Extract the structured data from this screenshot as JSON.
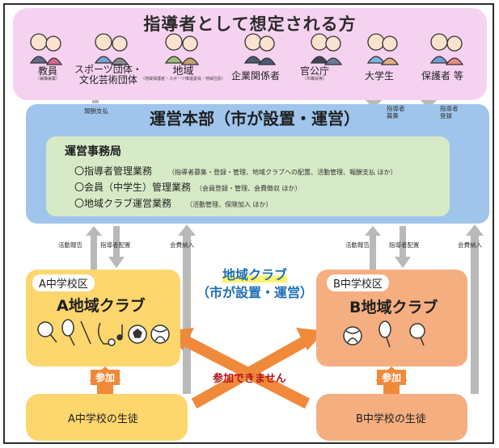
{
  "top": {
    "title": "指導者として想定される方",
    "roles": [
      {
        "name": "教員",
        "sub": "（兼職兼業）"
      },
      {
        "name": "スポーツ団体・",
        "name2": "文化芸術団体",
        "sub": ""
      },
      {
        "name": "地域",
        "sub": "（地域保護者・スポーツ推進委員・地域住民）"
      },
      {
        "name": "企業関係者",
        "sub": ""
      },
      {
        "name": "官公庁",
        "sub": "（市職員等）"
      },
      {
        "name": "大学生",
        "sub": ""
      },
      {
        "name": "保護者 等",
        "sub": ""
      }
    ]
  },
  "hq": {
    "title": "運営本部（市が設置・運営）",
    "office_title": "運営事務局",
    "duties": [
      {
        "name": "〇指導者管理業務",
        "desc": "（指導者募集・登録・管理、地域クラブへの配置、活動管理、報酬支払 ほか）"
      },
      {
        "name": "〇会員（中学生）管理業務",
        "desc": "（会員登録・管理、会費徴収 ほか）"
      },
      {
        "name": "〇地域クラブ運営業務",
        "desc": "（活動管理、保険加入 ほか）"
      }
    ]
  },
  "flows": {
    "pay": "報酬支払",
    "recruit1": "指導者",
    "recruit2": "募集",
    "register1": "指導者",
    "register2": "登録",
    "report": "活動報告",
    "assign": "指導者配置",
    "fee": "会費納入"
  },
  "center": {
    "line1": "地域クラブ",
    "line2": "（市が設置・運営）"
  },
  "club_a": {
    "district": "A中学校区",
    "name": "A地域クラブ"
  },
  "club_b": {
    "district": "B中学校区",
    "name": "B地域クラブ"
  },
  "join": "参加",
  "cannot": "参加できません",
  "students_a": "A中学校の生徒",
  "students_b": "B中学校の生徒",
  "colors": {
    "top_panel": "#f6d2f1",
    "hq_panel": "#9fc5ec",
    "office_panel": "#d7eac7",
    "club_a": "#fdd66e",
    "club_b": "#f5ae80",
    "arrow_orange": "#f08a3a",
    "arrow_gray": "#b9b9b9",
    "title_blue": "#1f6fb5",
    "cannot_red": "#b0121d"
  }
}
